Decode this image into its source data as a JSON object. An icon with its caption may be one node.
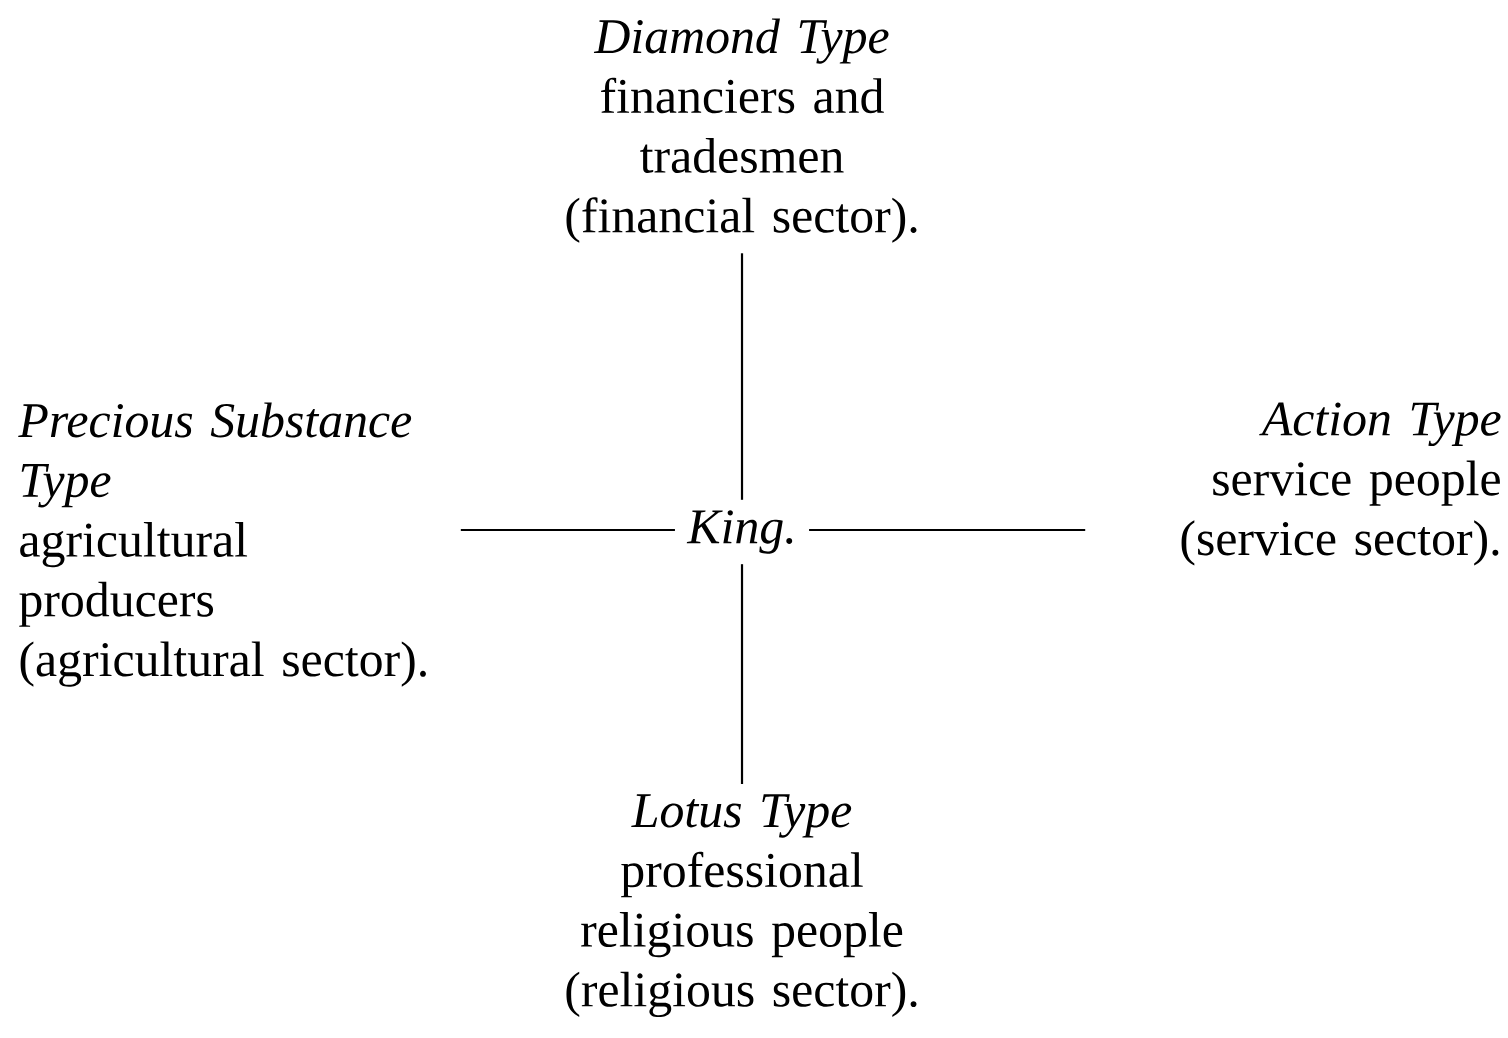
{
  "diagram": {
    "nodes": [
      {
        "text": [
          "Diamond Type",
          "financiers and tradesmen (financial sector)."
        ]
      },
      {
        "text": [
          "Precious Substance Type",
          "agricultural producers (agricultural sector)."
        ]
      },
      {
        "text": [
          "King."
        ]
      },
      {
        "text": [
          "Action Type",
          "service people (service sector)."
        ]
      },
      {
        "text": [
          "Lotus Type",
          "professional religious people (religious sector)."
        ]
      }
    ],
    "edges": [
      {
        "from": 2,
        "to": 0,
        "arrow": "none"
      },
      {
        "from": 2,
        "to": 1,
        "arrow": "none"
      },
      {
        "from": 2,
        "to": 3,
        "arrow": "none"
      },
      {
        "from": 2,
        "to": 4,
        "arrow": "none"
      }
    ]
  }
}
